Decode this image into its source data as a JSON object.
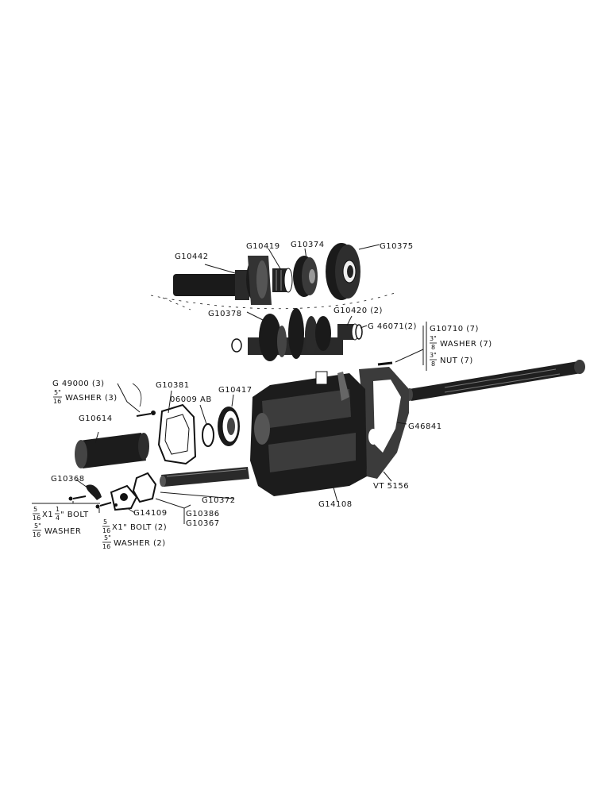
{
  "labels": {
    "g10442": "G10442",
    "g10419": "G10419",
    "g10374": "G10374",
    "g10375": "G10375",
    "g10378": "G10378",
    "g10420": "G10420 (2)",
    "g46071": "G 46071(2)",
    "g10710": "G10710 (7)",
    "washer7_frac_num": "3\"",
    "washer7_frac_den": "8",
    "washer7": "WASHER (7)",
    "nut7_frac_num": "3\"",
    "nut7_frac_den": "8",
    "nut7": "NUT (7)",
    "g49000": "G 49000 (3)",
    "washer3_frac_num": "5\"",
    "washer3_frac_den": "16",
    "washer3": "WASHER (3)",
    "g10381": "G10381",
    "o6009": "06009 AB",
    "g10417": "G10417",
    "g10614": "G10614",
    "g46841": "G46841",
    "g10368": "G10368",
    "bolt_a_frac_num": "5",
    "bolt_a_frac_den": "16",
    "bolt_a_mid": "X1",
    "bolt_a_sub_num": "1",
    "bolt_a_sub_den": "4",
    "bolt_a": "\" BOLT",
    "washer_a_frac_num": "5\"",
    "washer_a_frac_den": "16",
    "washer_a": "WASHER",
    "g14109": "G14109",
    "g10386": "G10386",
    "g10367": "G10367",
    "g10372": "G10372",
    "g14108": "G14108",
    "vt5156": "VT 5156",
    "bolt_b_frac_num": "5",
    "bolt_b_frac_den": "16",
    "bolt_b": "X1\" BOLT (2)",
    "washer_b_frac_num": "5\"",
    "washer_b_frac_den": "16",
    "washer_b": "WASHER (2)"
  }
}
